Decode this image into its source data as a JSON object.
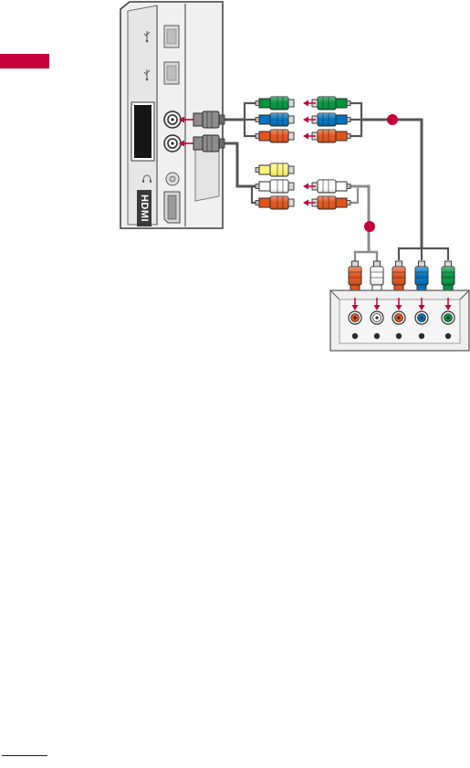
{
  "page": {
    "accent_color": "#c5003a",
    "section_tab": "red-page-tab"
  },
  "tv_panel": {
    "port_labels": {
      "hdmi": "HDMI"
    },
    "ports": [
      {
        "name": "usb-port-1",
        "icon": "usb-icon"
      },
      {
        "name": "usb-port-2",
        "icon": "usb-icon"
      },
      {
        "name": "card-slot",
        "icon": "none"
      },
      {
        "name": "av-in-1",
        "icon": "none"
      },
      {
        "name": "av-in-2",
        "icon": "none"
      },
      {
        "name": "headphone-jack",
        "icon": "headphone-icon"
      },
      {
        "name": "hdmi-port",
        "icon": "none"
      }
    ]
  },
  "cables": {
    "component_video_plugs": [
      "green",
      "blue",
      "orange"
    ],
    "composite_plugs": [
      "yellow",
      "white",
      "orange"
    ],
    "colors": {
      "green": "#00963f",
      "blue": "#0073c0",
      "orange": "#e4541a",
      "yellow": "#fff27a",
      "white": "#ffffff",
      "gray": "#8c8c8c",
      "wire": "#555555",
      "marker": "#c5003a"
    }
  },
  "device_panel": {
    "jacks": [
      "orange",
      "white",
      "orange",
      "blue",
      "green"
    ]
  }
}
